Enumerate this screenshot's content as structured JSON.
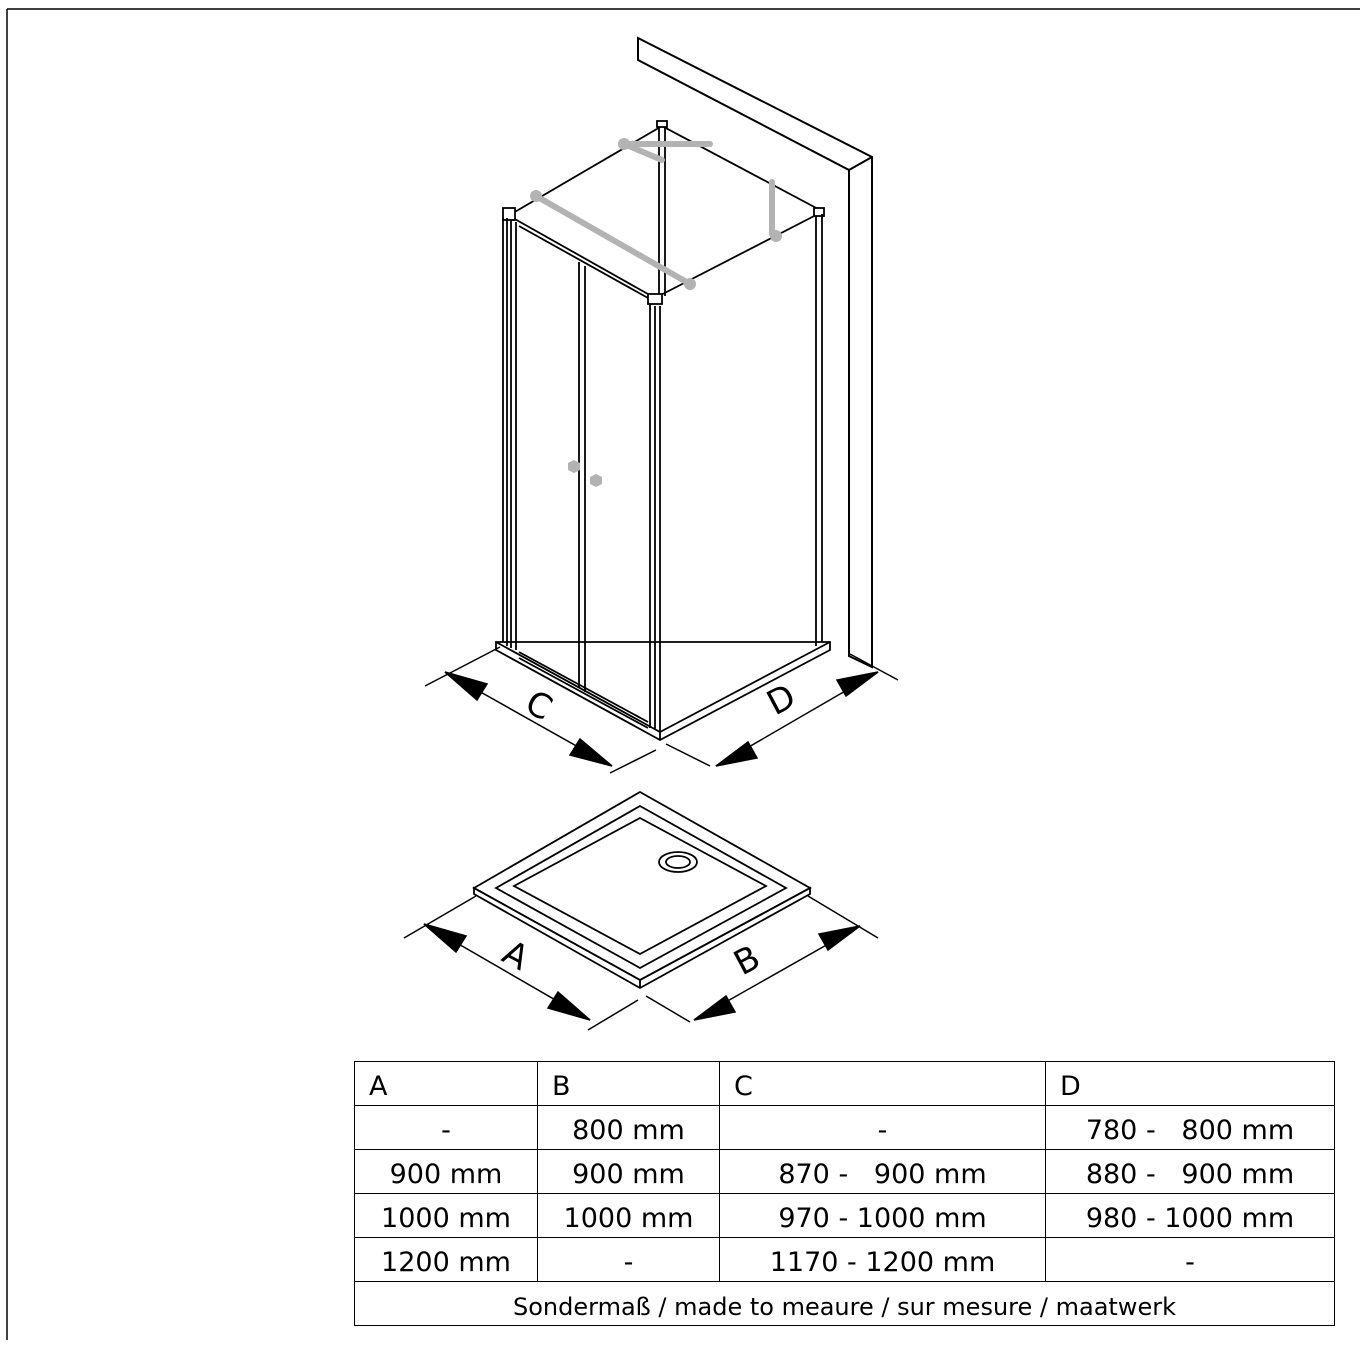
{
  "diagram": {
    "labels": {
      "a": "A",
      "b": "B",
      "c": "C",
      "d": "D"
    },
    "colors": {
      "line": "#000000",
      "fittings": "#b3b3b3",
      "background": "#ffffff"
    }
  },
  "table": {
    "headers": [
      "A",
      "B",
      "C",
      "D"
    ],
    "rows": [
      [
        "-",
        "800 mm",
        "-",
        "780 -   800 mm"
      ],
      [
        "900 mm",
        "900 mm",
        "870 -   900 mm",
        "880 -   900 mm"
      ],
      [
        "1000 mm",
        "1000 mm",
        "970 - 1000 mm",
        "980 - 1000 mm"
      ],
      [
        "1200 mm",
        "-",
        "1170 - 1200 mm",
        "-"
      ]
    ],
    "footer": "Sondermaß / made to meaure / sur mesure / maatwerk"
  }
}
